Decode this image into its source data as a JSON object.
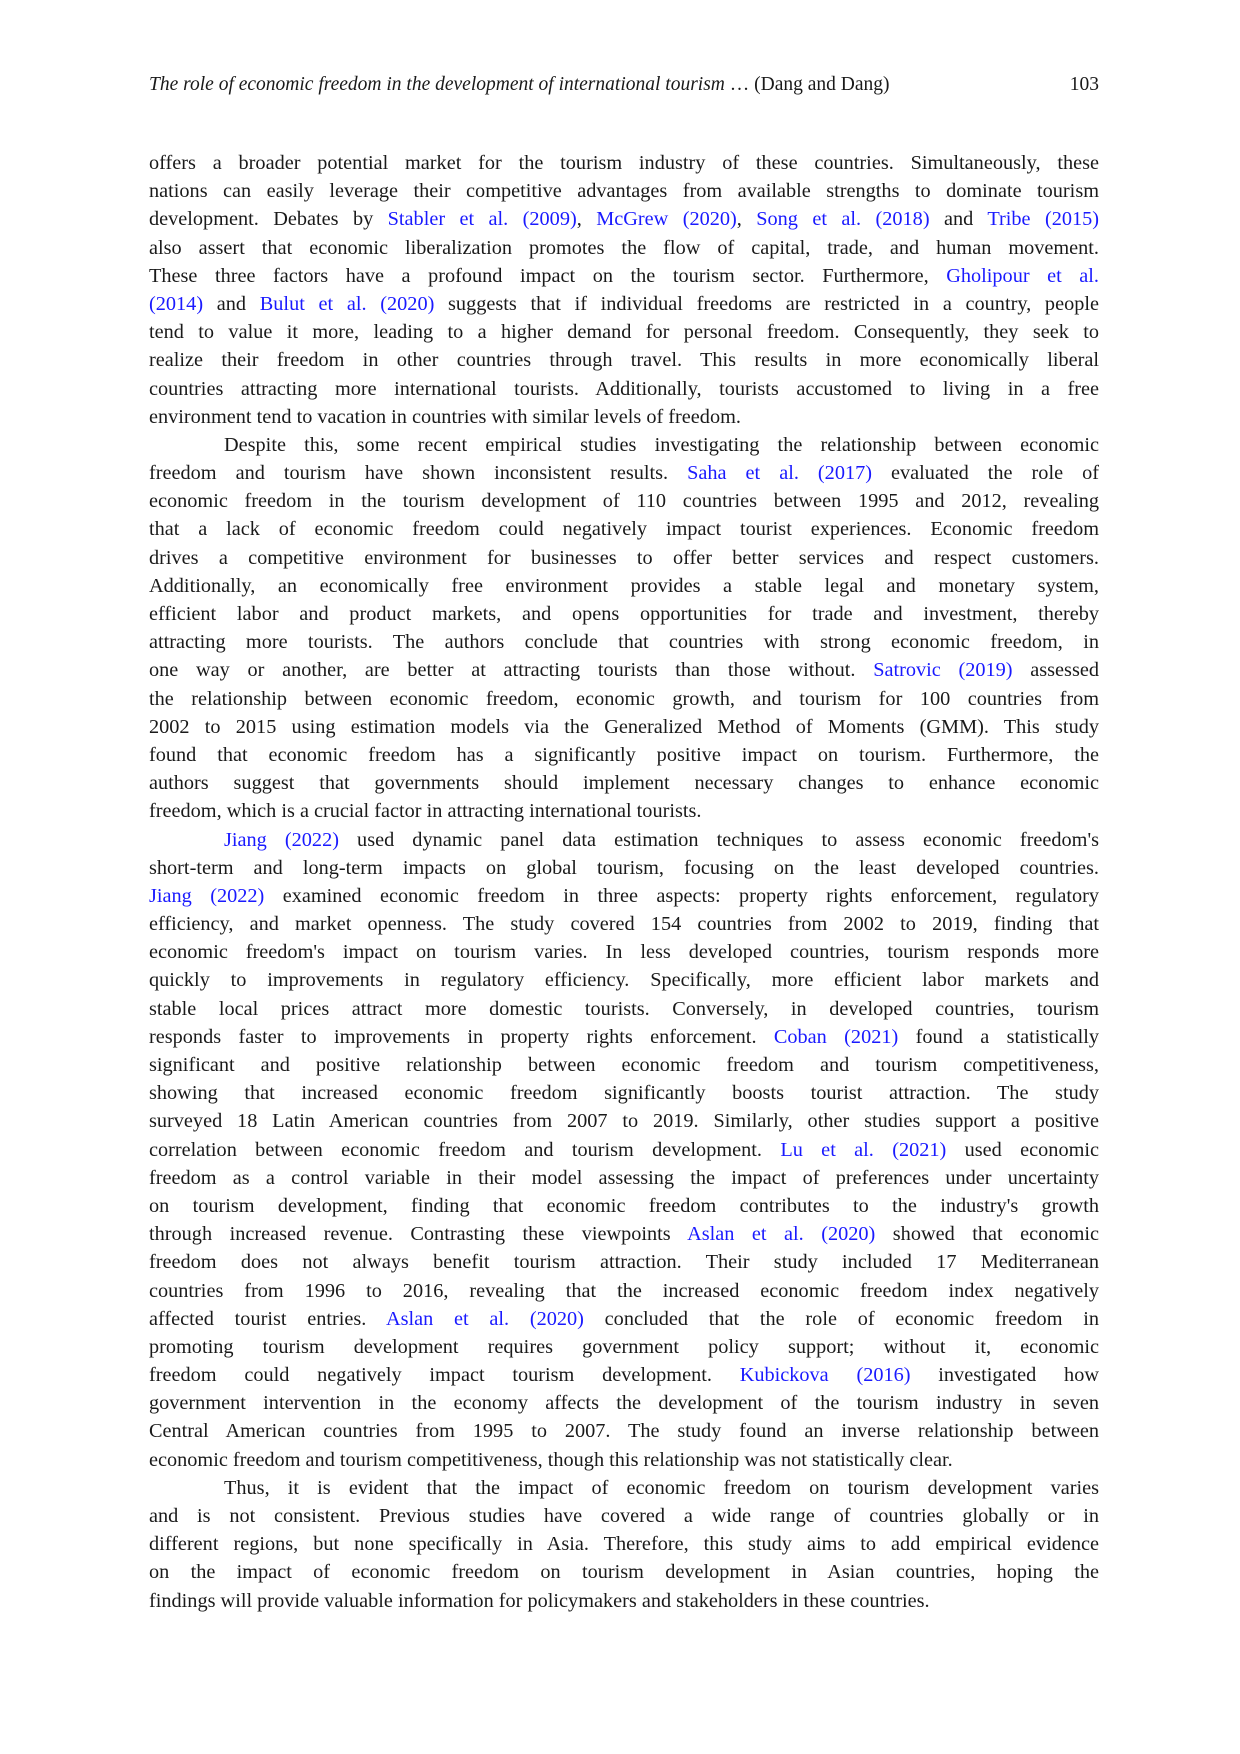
{
  "header": {
    "title_italic": "The role of economic freedom in the development of international tourism",
    "title_rest": " … (Dang and Dang)",
    "page_number": "103"
  },
  "link_color": "#1a1aff",
  "paragraphs": [
    {
      "indent": false,
      "lines": [
        [
          "offers a broader potential market for the tourism industry of these countries. Simultaneously, these"
        ],
        [
          "nations can easily leverage their competitive advantages from available strengths to dominate tourism"
        ],
        [
          "development. Debates by ",
          {
            "link": "Stabler et al. (2009)"
          },
          ", ",
          {
            "link": "McGrew (2020)"
          },
          ", ",
          {
            "link": "Song et al. (2018)"
          },
          " and ",
          {
            "link": "Tribe (2015)"
          }
        ],
        [
          "also assert that economic liberalization promotes the flow of capital, trade, and human movement."
        ],
        [
          "These three factors have a profound impact on the tourism sector. Furthermore, ",
          {
            "link": "Gholipour et al."
          }
        ],
        [
          {
            "link": "(2014)"
          },
          " and ",
          {
            "link": "Bulut et al. (2020)"
          },
          " suggests that if individual freedoms are restricted in a country, people"
        ],
        [
          "tend to value it more, leading to a higher demand for personal freedom. Consequently, they seek to"
        ],
        [
          "realize their freedom in other countries through travel. This results in more economically liberal"
        ],
        [
          "countries attracting more international tourists. Additionally, tourists accustomed to living in a free"
        ],
        [
          "environment tend to vacation in countries with similar levels of freedom."
        ]
      ]
    },
    {
      "indent": true,
      "lines": [
        [
          "Despite this, some recent empirical studies investigating the relationship between economic"
        ],
        [
          "freedom and tourism have shown inconsistent results. ",
          {
            "link": "Saha et al. (2017)"
          },
          " evaluated the role of"
        ],
        [
          "economic freedom in the tourism development of 110 countries between 1995 and 2012, revealing"
        ],
        [
          "that a lack of economic freedom could negatively impact tourist experiences. Economic freedom"
        ],
        [
          "drives a competitive environment for businesses to offer better services and respect customers."
        ],
        [
          "Additionally, an economically free environment provides a stable legal and monetary system,"
        ],
        [
          "efficient labor and product markets, and opens opportunities for trade and investment, thereby"
        ],
        [
          "attracting more tourists. The authors conclude that countries with strong economic freedom, in"
        ],
        [
          "one way or another, are better at attracting tourists than those without. ",
          {
            "link": "Satrovic (2019)"
          },
          " assessed"
        ],
        [
          "the relationship between economic freedom, economic growth, and tourism for 100 countries from"
        ],
        [
          "2002 to 2015 using estimation models via the Generalized Method of Moments (GMM). This study"
        ],
        [
          "found that economic freedom has a significantly positive impact on tourism. Furthermore, the"
        ],
        [
          "authors suggest that governments should implement necessary changes to enhance economic"
        ],
        [
          "freedom, which is a crucial factor in attracting international tourists."
        ]
      ]
    },
    {
      "indent": true,
      "lines": [
        [
          {
            "link": "Jiang (2022)"
          },
          " used dynamic panel data estimation techniques to assess economic freedom's"
        ],
        [
          "short-term and long-term impacts on global tourism, focusing on the least developed countries."
        ],
        [
          {
            "link": "Jiang (2022)"
          },
          " examined economic freedom in three aspects: property rights enforcement, regulatory"
        ],
        [
          "efficiency, and market openness. The study covered 154 countries from 2002 to 2019, finding that"
        ],
        [
          "economic freedom's impact on tourism varies. In less developed countries, tourism responds more"
        ],
        [
          "quickly to improvements in regulatory efficiency. Specifically, more efficient labor markets and"
        ],
        [
          "stable local prices attract more domestic tourists. Conversely, in developed countries, tourism"
        ],
        [
          "responds faster to improvements in property rights enforcement. ",
          {
            "link": "Coban (2021)"
          },
          " found a statistically"
        ],
        [
          "significant and positive relationship between economic freedom and tourism competitiveness,"
        ],
        [
          "showing that increased economic freedom significantly boosts tourist attraction. The study"
        ],
        [
          "surveyed 18 Latin American countries from 2007 to 2019. Similarly, other studies support a positive"
        ],
        [
          "correlation between economic freedom and tourism development. ",
          {
            "link": "Lu et al. (2021)"
          },
          " used economic"
        ],
        [
          "freedom as a control variable in their model assessing the impact of preferences under uncertainty"
        ],
        [
          "on tourism development, finding that economic freedom contributes to the industry's growth"
        ],
        [
          "through increased revenue. Contrasting these viewpoints ",
          {
            "link": "Aslan et al. (2020)"
          },
          " showed that economic"
        ],
        [
          "freedom does not always benefit tourism attraction. Their study included 17 Mediterranean"
        ],
        [
          "countries from 1996 to 2016, revealing that the increased economic freedom index negatively"
        ],
        [
          "affected tourist entries. ",
          {
            "link": "Aslan et al. (2020)"
          },
          " concluded that the role of economic freedom in"
        ],
        [
          "promoting tourism development requires government policy support; without it, economic"
        ],
        [
          "freedom could negatively impact tourism development. ",
          {
            "link": "Kubickova (2016)"
          },
          " investigated how"
        ],
        [
          "government intervention in the economy affects the development of the tourism industry in seven"
        ],
        [
          "Central American countries from 1995 to 2007. The study found an inverse relationship between"
        ],
        [
          "economic freedom and tourism competitiveness, though this relationship was not statistically clear."
        ]
      ]
    },
    {
      "indent": true,
      "lines": [
        [
          "Thus, it is evident that the impact of economic freedom on tourism development varies"
        ],
        [
          "and is not consistent. Previous studies have covered a wide range of countries globally or in"
        ],
        [
          "different regions, but none specifically in Asia. Therefore, this study aims to add empirical evidence"
        ],
        [
          "on the impact of economic freedom on tourism development in Asian countries, hoping the"
        ],
        [
          "findings will provide valuable information for policymakers and stakeholders in these countries."
        ]
      ]
    }
  ]
}
